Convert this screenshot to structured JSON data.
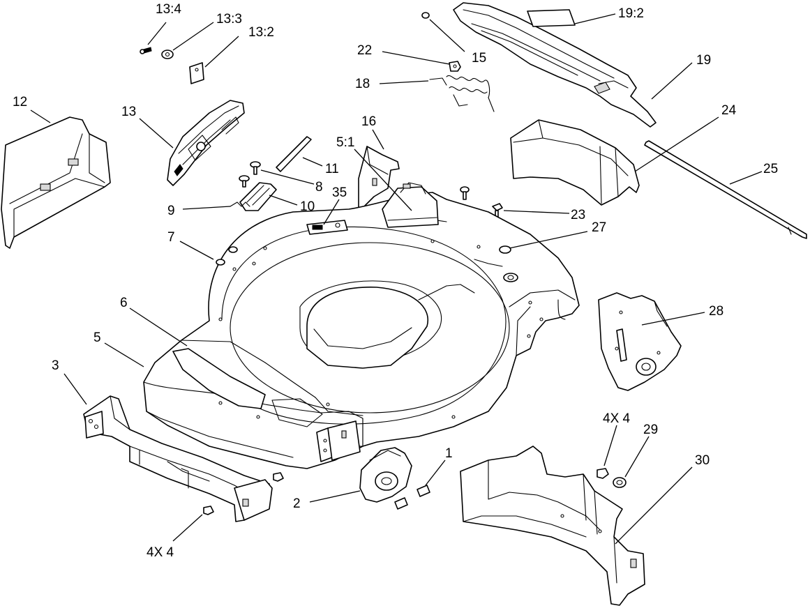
{
  "callouts": {
    "c_13_4": "13:4",
    "c_13_3": "13:3",
    "c_13_2": "13:2",
    "c_12": "12",
    "c_13": "13",
    "c_22": "22",
    "c_15": "15",
    "c_18": "18",
    "c_19_2": "19:2",
    "c_19": "19",
    "c_24": "24",
    "c_25": "25",
    "c_16": "16",
    "c_5_1": "5:1",
    "c_11": "11",
    "c_8": "8",
    "c_35": "35",
    "c_9": "9",
    "c_10": "10",
    "c_23": "23",
    "c_27": "27",
    "c_7": "7",
    "c_6": "6",
    "c_5": "5",
    "c_3": "3",
    "c_28": "28",
    "c_4x4_right": "4X 4",
    "c_29": "29",
    "c_30": "30",
    "c_1": "1",
    "c_2": "2",
    "c_4x4_left": "4X 4"
  }
}
